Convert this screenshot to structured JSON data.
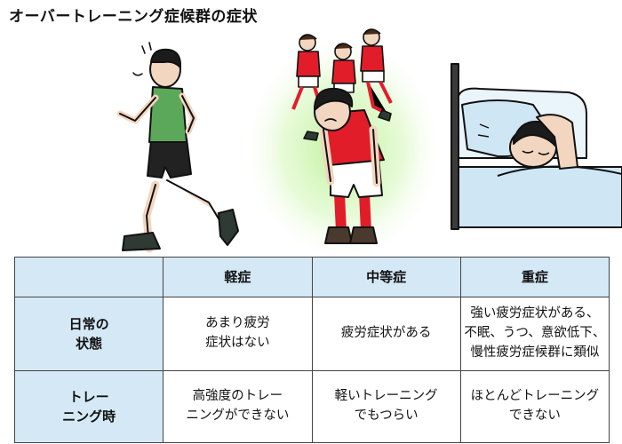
{
  "title": "オーバートレーニング症候群の症状",
  "table": {
    "headers": [
      "軽症",
      "中等症",
      "重症"
    ],
    "rows": [
      {
        "label": [
          "日常の",
          "状態"
        ],
        "cells": [
          [
            "あまり疲労",
            "症状はない"
          ],
          [
            "疲労症状がある"
          ],
          [
            "強い疲労症状がある、",
            "不眠、うつ、意欲低下、",
            "慢性疲労症候群に類似"
          ]
        ]
      },
      {
        "label": [
          "トレー",
          "ニング時"
        ],
        "cells": [
          [
            "高強度のトレー",
            "ニングができない"
          ],
          [
            "軽いトレーニング",
            "でもつらい"
          ],
          [
            "ほとんどトレーニング",
            "できない"
          ]
        ]
      }
    ]
  },
  "colors": {
    "header_bg": "#d5e8f6",
    "jersey_red": "#e21d2a",
    "shirt_green": "#5ca85a",
    "glow_green": "#b9f08f",
    "blanket_blue": "#cfe6f5"
  },
  "illustrations": {
    "left": "jogging-person-icon",
    "center": "exhausted-athlete-icon",
    "right": "sick-in-bed-icon"
  }
}
